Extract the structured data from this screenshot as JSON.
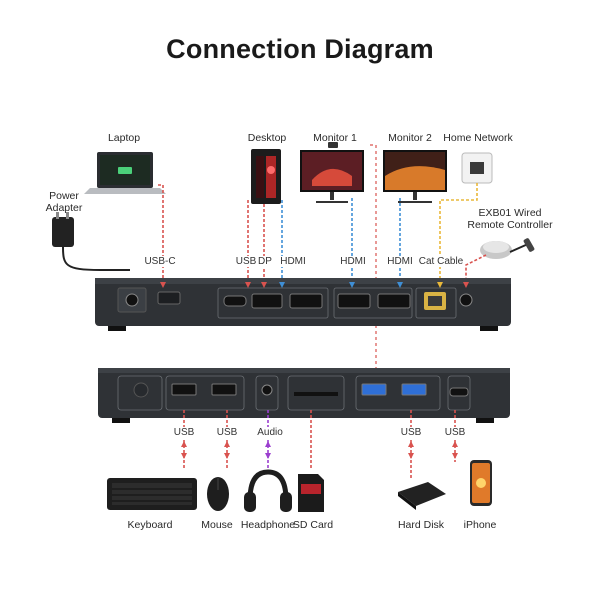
{
  "title": "Connection Diagram",
  "devices": {
    "laptop": "Laptop",
    "power_adapter": "Power Adapter",
    "desktop": "Desktop",
    "monitor1": "Monitor 1",
    "monitor2": "Monitor 2",
    "home_network": "Home Network",
    "remote": "EXB01 Wired Remote Controller",
    "keyboard": "Keyboard",
    "mouse": "Mouse",
    "headphone": "Headphone",
    "sd_card": "SD Card",
    "hard_disk": "Hard Disk",
    "iphone": "iPhone"
  },
  "rear_port_labels": {
    "usb_c": "USB-C",
    "usb": "USB",
    "dp": "DP",
    "hdmi1": "HDMI",
    "hdmi2": "HDMI",
    "hdmi3": "HDMI",
    "cat_cable": "Cat Cable"
  },
  "front_port_labels": {
    "usb1": "USB",
    "usb2": "USB",
    "audio": "Audio",
    "usb3": "USB",
    "usb4": "USB"
  },
  "colors": {
    "red": "#d9534f",
    "blue": "#3f8fd6",
    "purple": "#9b3fcf",
    "yellow": "#e9b83a",
    "gray": "#9a9a9a",
    "dock": "#2f3236"
  }
}
